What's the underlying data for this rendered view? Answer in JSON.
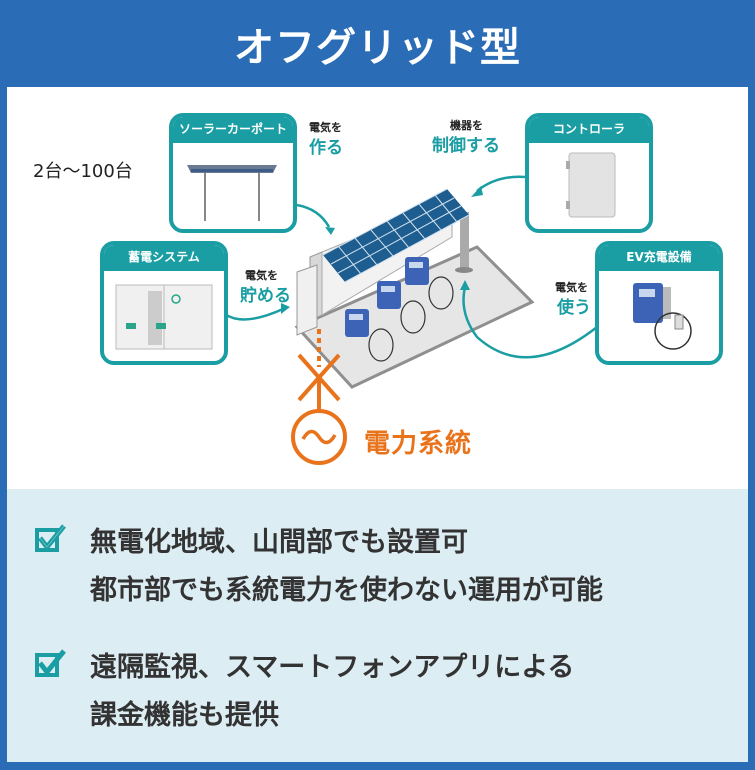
{
  "header": {
    "title": "オフグリッド型"
  },
  "diagram": {
    "count_label": "2台〜100台",
    "cards": [
      {
        "id": "solar-carport",
        "title": "ソーラーカーポート"
      },
      {
        "id": "controller",
        "title": "コントローラ"
      },
      {
        "id": "storage-system",
        "title": "蓄電システム"
      },
      {
        "id": "ev-charger",
        "title": "EV充電設備"
      }
    ],
    "actions": [
      {
        "small": "電気を",
        "big": "作る"
      },
      {
        "small": "機器を",
        "big": "制御する"
      },
      {
        "small": "電気を",
        "big": "貯める"
      },
      {
        "small": "電気を",
        "big": "使う"
      }
    ],
    "grid_label": "電力系統",
    "colors": {
      "teal": "#1a9ea3",
      "orange": "#e9731a",
      "blue": "#2a6cb6"
    }
  },
  "features": [
    {
      "lines": [
        "無電化地域、山間部でも設置可",
        "都市部でも系統電力を使わない運用が可能"
      ]
    },
    {
      "lines": [
        "遠隔監視、スマートフォンアプリによる",
        "課金機能も提供"
      ]
    }
  ]
}
